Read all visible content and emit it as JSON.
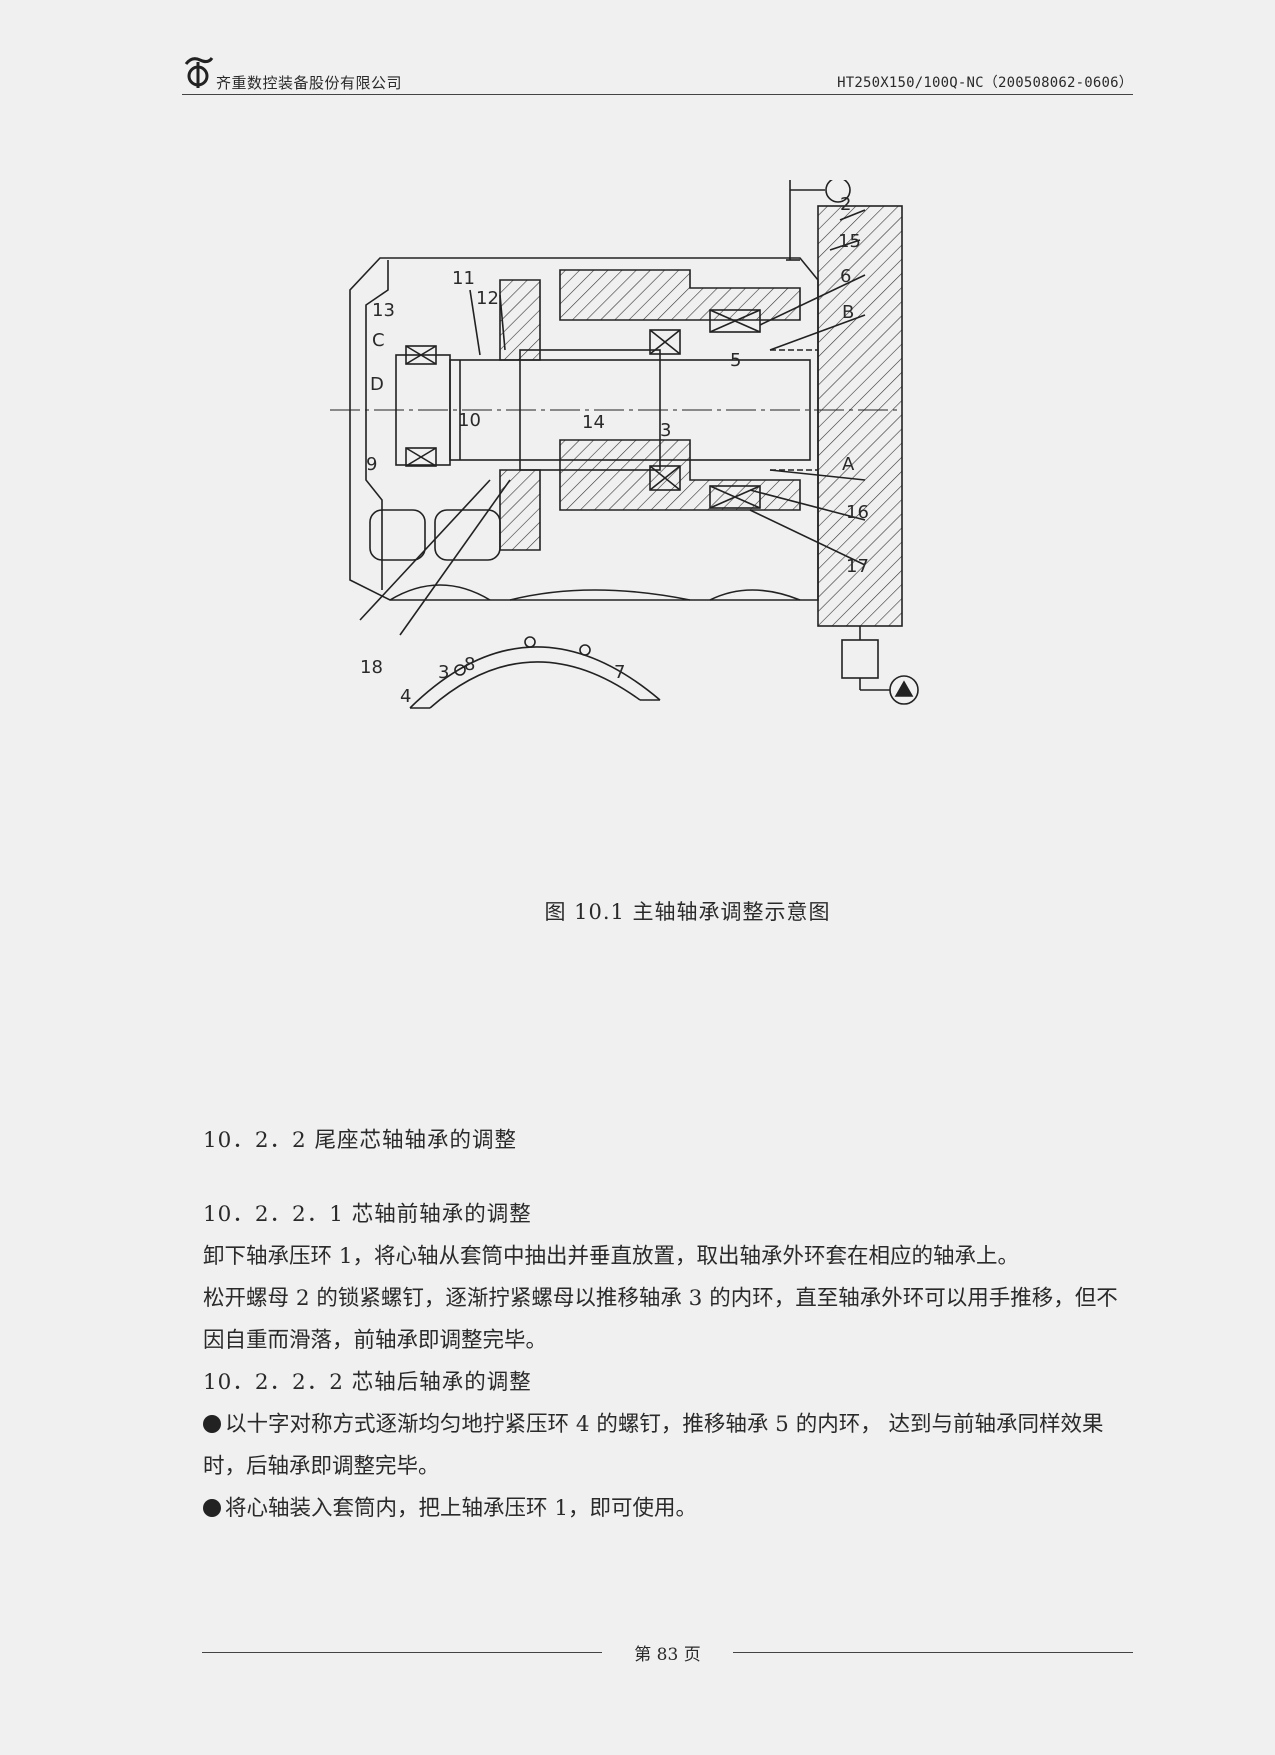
{
  "header": {
    "company": "齐重数控装备股份有限公司",
    "doc_number": "HT250X150/100Q-NC（200508062-0606）"
  },
  "figure": {
    "caption": "图 10.1 主轴轴承调整示意图",
    "labels": [
      "2",
      "15",
      "6",
      "B",
      "11",
      "12",
      "13",
      "C",
      "D",
      "10",
      "14",
      "3",
      "5",
      "A",
      "9",
      "16",
      "17",
      "18",
      "3",
      "8",
      "7",
      "4"
    ]
  },
  "content": {
    "section_heading": "10．2．2 尾座芯轴轴承的调整",
    "sub1_heading": "10．2．2．1 芯轴前轴承的调整",
    "sub1_para1": "卸下轴承压环 1，将心轴从套筒中抽出并垂直放置，取出轴承外环套在相应的轴承上。",
    "sub1_para2": "松开螺母 2 的锁紧螺钉，逐渐拧紧螺母以推移轴承 3 的内环，直至轴承外环可以用手推移，但不因自重而滑落，前轴承即调整完毕。",
    "sub2_heading": "10．2．2．2 芯轴后轴承的调整",
    "bullet1": "以十字对称方式逐渐均匀地拧紧压环 4 的螺钉，推移轴承 5 的内环， 达到与前轴承同样效果时，后轴承即调整完毕。",
    "bullet2": "将心轴装入套筒内，把上轴承压环 1，即可使用。"
  },
  "footer": {
    "page_label": "第 83 页"
  }
}
